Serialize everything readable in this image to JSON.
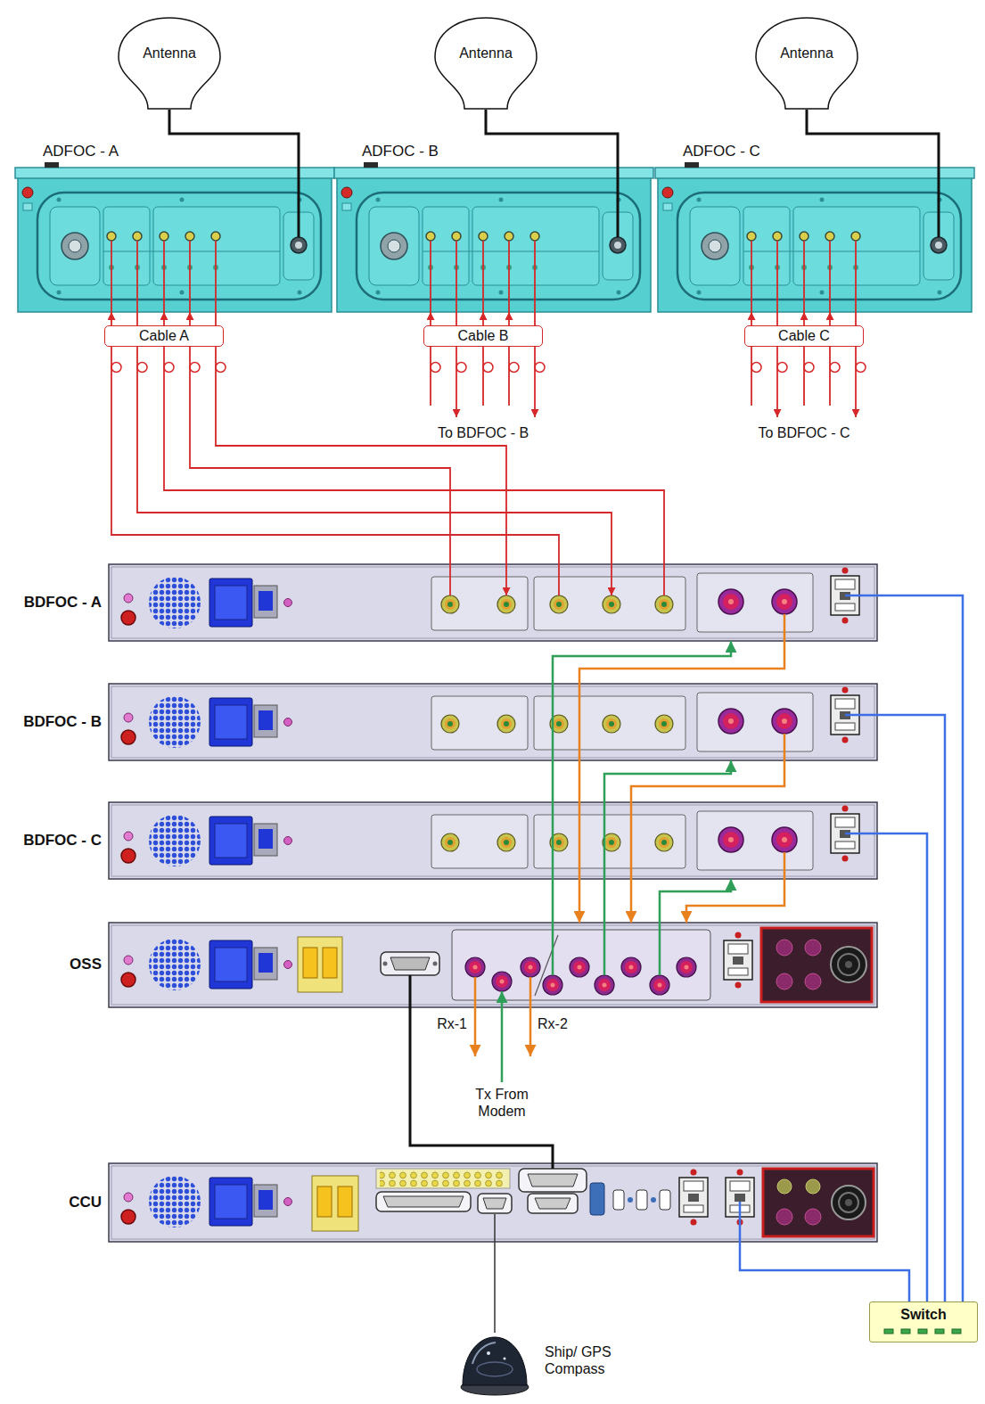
{
  "diagram": {
    "nodes": [
      {
        "text": [
          "Antenna"
        ]
      },
      {
        "text": [
          "Antenna"
        ]
      },
      {
        "text": [
          "Antenna"
        ]
      },
      {
        "text": [
          "ADFOC - A"
        ]
      },
      {
        "text": [
          "ADFOC - B"
        ]
      },
      {
        "text": [
          "ADFOC - C"
        ]
      },
      {
        "text": [
          "Cable A"
        ]
      },
      {
        "text": [
          "Cable B"
        ]
      },
      {
        "text": [
          "Cable C"
        ]
      },
      {
        "text": [
          "BDFOC - A"
        ]
      },
      {
        "text": [
          "BDFOC - B"
        ]
      },
      {
        "text": [
          "BDFOC - C"
        ]
      },
      {
        "text": [
          "OSS"
        ]
      },
      {
        "text": [
          "CCU"
        ]
      },
      {
        "text": [
          "Switch"
        ]
      },
      {
        "text": [
          "Ship/ GPS Compass"
        ]
      }
    ],
    "edges": [
      {
        "from": 0,
        "to": 3,
        "arrow": "none"
      },
      {
        "from": 1,
        "to": 4,
        "arrow": "none"
      },
      {
        "from": 2,
        "to": 5,
        "arrow": "none"
      },
      {
        "from": 6,
        "to": 3,
        "arrow": "to"
      },
      {
        "from": 6,
        "to": 9,
        "arrow": "none"
      },
      {
        "from": 7,
        "to": 4,
        "arrow": "to"
      },
      {
        "from": 8,
        "to": 5,
        "arrow": "to"
      },
      {
        "from": 12,
        "to": 9,
        "arrow": "to"
      },
      {
        "from": 9,
        "to": 12,
        "arrow": "to"
      },
      {
        "from": 12,
        "to": 10,
        "arrow": "to"
      },
      {
        "from": 10,
        "to": 12,
        "arrow": "to"
      },
      {
        "from": 12,
        "to": 11,
        "arrow": "to"
      },
      {
        "from": 11,
        "to": 12,
        "arrow": "to"
      },
      {
        "from": 12,
        "to": 13,
        "arrow": "none"
      },
      {
        "from": 15,
        "to": 13,
        "arrow": "none"
      },
      {
        "from": 9,
        "to": 14,
        "arrow": "none"
      },
      {
        "from": 10,
        "to": 14,
        "arrow": "none"
      },
      {
        "from": 11,
        "to": 14,
        "arrow": "none"
      },
      {
        "from": 13,
        "to": 14,
        "arrow": "none"
      }
    ],
    "labels": [
      "To BDFOC - B",
      "To BDFOC - C",
      "Rx-1",
      "Rx-2",
      "Tx From Modem"
    ]
  }
}
